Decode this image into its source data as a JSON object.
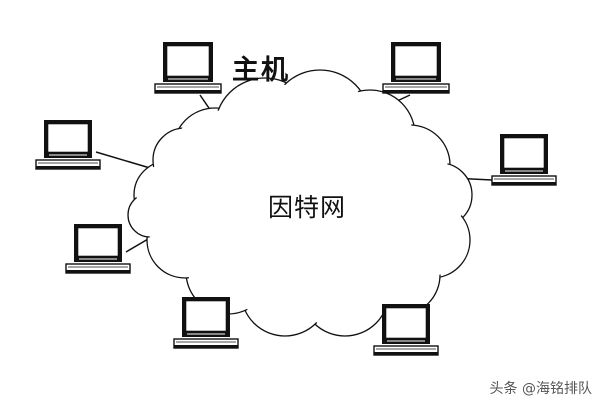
{
  "labels": {
    "host": "主机",
    "network": "因特网"
  },
  "watermark": "头条 @海铭排队",
  "colors": {
    "line": "#111111",
    "background": "#ffffff",
    "cloud_fill": "#ffffff"
  },
  "icons": {
    "node": "computer-icon",
    "network": "cloud-icon"
  }
}
